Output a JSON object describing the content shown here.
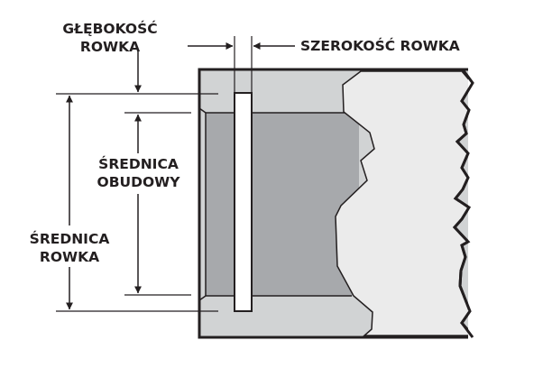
{
  "labels": {
    "groove_depth": [
      "GŁĘBOKOŚĆ",
      "ROWKA"
    ],
    "groove_width": "SZEROKOŚĆ ROWKA",
    "housing_diameter": [
      "ŚREDNICA",
      "OBUDOWY"
    ],
    "groove_diameter": [
      "ŚREDNICA",
      "ROWKA"
    ]
  },
  "colors": {
    "outline": "#231f20",
    "housing_light": "#ebebeb",
    "groove_zone": "#d1d3d4",
    "bore": "#a7a9ac",
    "ring": "#ffffff"
  }
}
